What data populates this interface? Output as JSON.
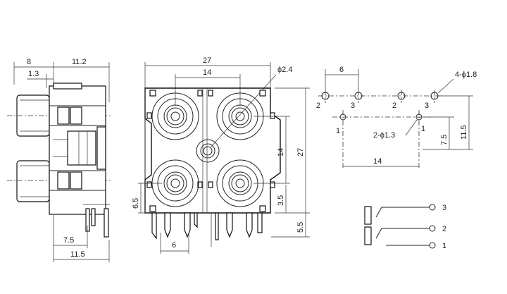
{
  "side_view": {
    "dim_top_left": "8",
    "dim_top_right": "11.2",
    "dim_small": "1.3",
    "dim_bottom_inner": "7.5",
    "dim_bottom_outer": "11.5"
  },
  "front_view": {
    "dim_width": "27",
    "dim_spacing": "14",
    "dim_hole_dia": "ϕ2.4",
    "dim_vert_spacing": "14",
    "dim_height": "27",
    "dim_pin_offset": "3.5",
    "dim_pin_length": "5.5",
    "dim_left_height": "6.5",
    "dim_pin_spacing": "6"
  },
  "pcb_layout": {
    "dim_top_spacing": "6",
    "dim_large_holes": "4-ϕ1.8",
    "dim_small_holes": "2-ϕ1.3",
    "dim_row_offset": "7.5",
    "dim_total_offset": "11.5",
    "dim_bottom_spacing": "14",
    "pin_labels": [
      "2",
      "3",
      "2",
      "3",
      "1",
      "1"
    ]
  },
  "schematic": {
    "pin_labels": [
      "3",
      "2",
      "1"
    ]
  }
}
